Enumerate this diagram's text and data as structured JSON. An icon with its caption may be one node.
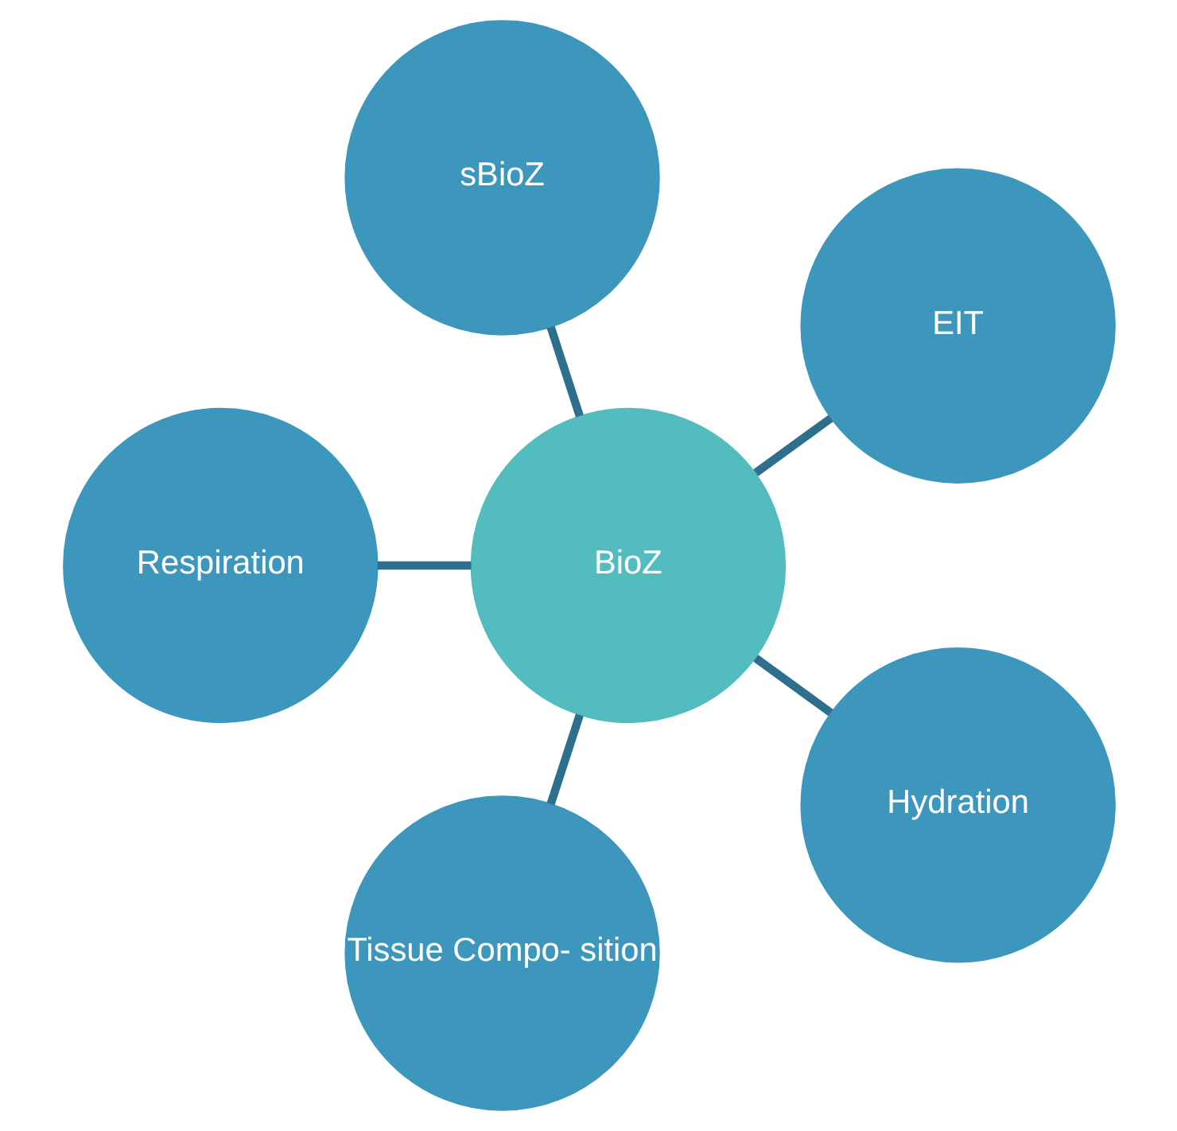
{
  "diagram": {
    "nodes": [
      {
        "text": [
          "EIT"
        ]
      },
      {
        "text": [
          "sBioZ"
        ]
      },
      {
        "text": [
          "Respiration"
        ]
      },
      {
        "text": [
          "BioZ"
        ]
      },
      {
        "text": [
          "Tissue Compo- sition"
        ]
      },
      {
        "text": [
          "Hydration"
        ]
      }
    ],
    "edges": [
      {
        "from": 3,
        "to": 0,
        "arrow": "none"
      },
      {
        "from": 3,
        "to": 2,
        "arrow": "none"
      },
      {
        "from": 3,
        "to": 5,
        "arrow": "none"
      },
      {
        "from": 3,
        "to": 4,
        "arrow": "none"
      },
      {
        "from": 3,
        "to": 1,
        "arrow": "none"
      }
    ]
  }
}
